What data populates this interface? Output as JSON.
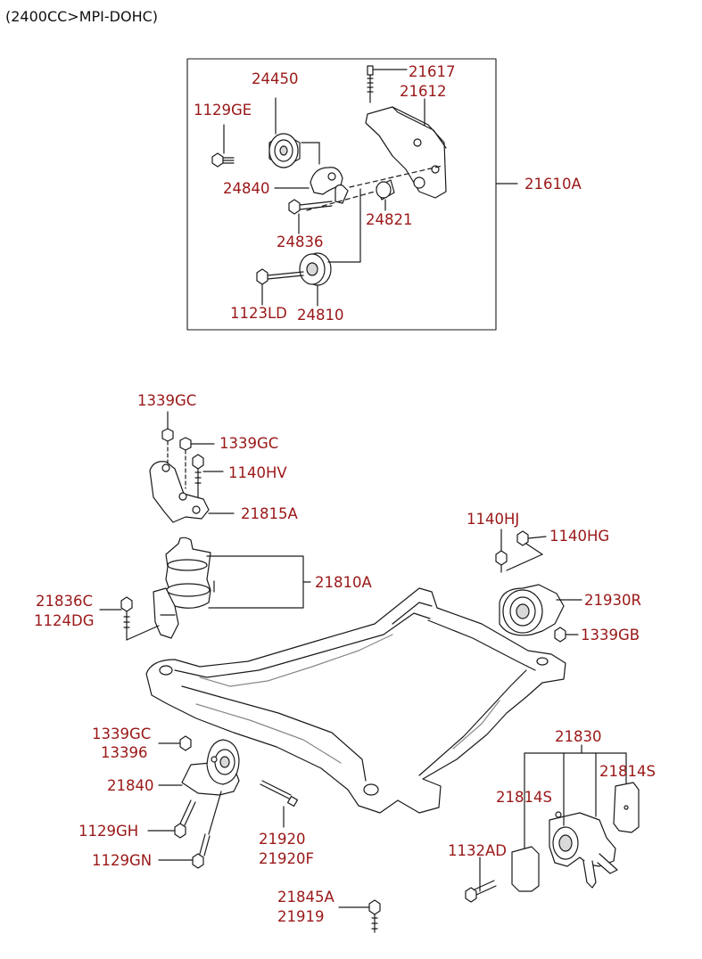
{
  "header": {
    "title": "(2400CC>MPI-DOHC)"
  },
  "colors": {
    "label": "#9a1717",
    "line": "#1a1a1a",
    "part_fill": "#ffffff",
    "shade": "#d9d9d9"
  },
  "labels": {
    "p24450": "24450",
    "p21617": "21617",
    "p21612": "21612",
    "p1129GE": "1129GE",
    "p24840": "24840",
    "p24821": "24821",
    "p21610A": "21610A",
    "p24836": "24836",
    "p1123LD": "1123LD",
    "p24810": "24810",
    "p1339GC_a": "1339GC",
    "p1339GC_b": "1339GC",
    "p1140HV": "1140HV",
    "p21815A": "21815A",
    "p21810A": "21810A",
    "p21836C": "21836C",
    "p1124DG": "1124DG",
    "p1140HJ": "1140HJ",
    "p1140HG": "1140HG",
    "p21930R": "21930R",
    "p1339GB": "1339GB",
    "p1339GC_c": "1339GC",
    "p13396": "13396",
    "p21840": "21840",
    "p1129GH": "1129GH",
    "p1129GN": "1129GN",
    "p21920": "21920",
    "p21920F": "21920F",
    "p21830": "21830",
    "p21814S_a": "21814S",
    "p21814S_b": "21814S",
    "p1132AD": "1132AD",
    "p21845A": "21845A",
    "p21919": "21919"
  }
}
